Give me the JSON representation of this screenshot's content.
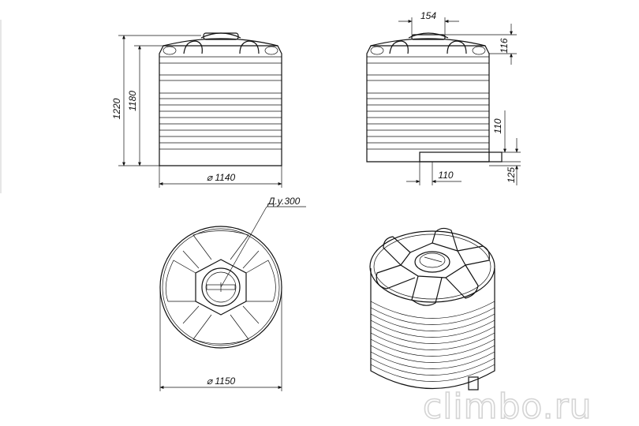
{
  "dimensions": {
    "height_total": "1220",
    "height_body": "1180",
    "diameter_front": "⌀ 1140",
    "lid_width": "154",
    "lid_height": "116",
    "outlet_height": "110",
    "outlet_offset": "125",
    "outlet_width": "110",
    "nominal_diameter": "Д.у.300",
    "diameter_top": "⌀ 1150"
  },
  "watermark": "climbo.ru",
  "colors": {
    "line": "#111111",
    "watermark_stroke": "#d4d4d4"
  }
}
